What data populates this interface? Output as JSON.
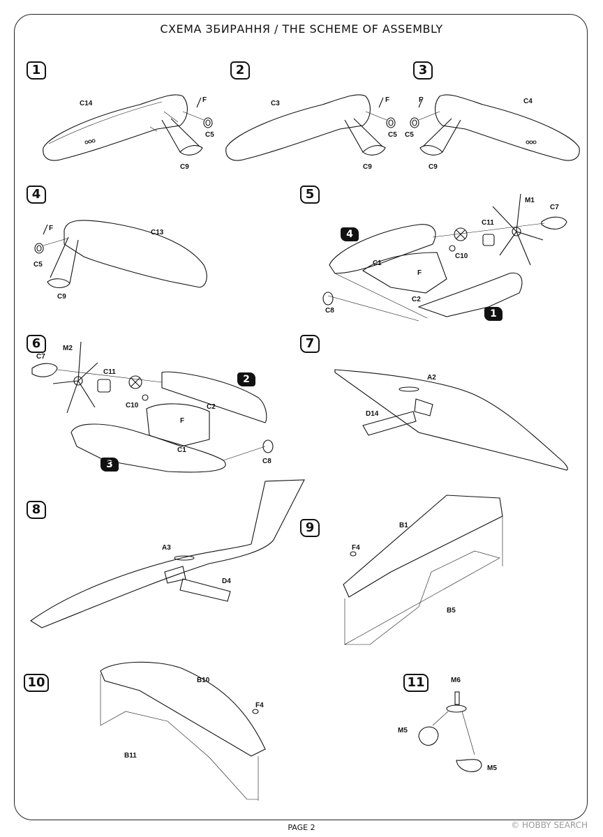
{
  "header": {
    "title": "СХЕМА ЗБИРАННЯ / THE SCHEME OF ASSEMBLY"
  },
  "footer": {
    "page": "PAGE 2"
  },
  "watermark": {
    "text": "© HOBBY SEARCH"
  },
  "steps": [
    "1",
    "2",
    "3",
    "4",
    "5",
    "6",
    "7",
    "8",
    "9",
    "10",
    "11"
  ],
  "step_refs": {
    "s5_ref_a": "4",
    "s5_ref_b": "1",
    "s6_ref_a": "2",
    "s6_ref_b": "3"
  },
  "labels": {
    "s1": {
      "part": "C14",
      "f": "F",
      "c5": "C5",
      "c9": "C9"
    },
    "s2": {
      "part": "C3",
      "f": "F",
      "c5": "C5",
      "c9": "C9"
    },
    "s3": {
      "part": "C4",
      "f": "F",
      "c5": "C5",
      "c9": "C9"
    },
    "s4": {
      "part": "C13",
      "f": "F",
      "c5": "C5",
      "c9": "C9"
    },
    "s5": {
      "m1": "M1",
      "c7": "C7",
      "c11": "C11",
      "c10": "C10",
      "c1": "C1",
      "f": "F",
      "c2": "C2",
      "c8": "C8"
    },
    "s6": {
      "m2": "M2",
      "c7": "C7",
      "c11": "C11",
      "c10": "C10",
      "c2": "C2",
      "f": "F",
      "c1": "C1",
      "c8": "C8"
    },
    "s7": {
      "a2": "A2",
      "d14": "D14"
    },
    "s8": {
      "a3": "A3",
      "d4": "D4"
    },
    "s9": {
      "b1": "B1",
      "f4": "F4",
      "b5": "B5"
    },
    "s10": {
      "b10": "B10",
      "f4": "F4",
      "b11": "B11"
    },
    "s11": {
      "m6": "M6",
      "m5a": "M5",
      "m5b": "M5"
    }
  },
  "icons": [
    "engine-nacelle",
    "propeller",
    "exhaust-cap",
    "wing-half",
    "stabilizer-half",
    "wheel-hub"
  ]
}
